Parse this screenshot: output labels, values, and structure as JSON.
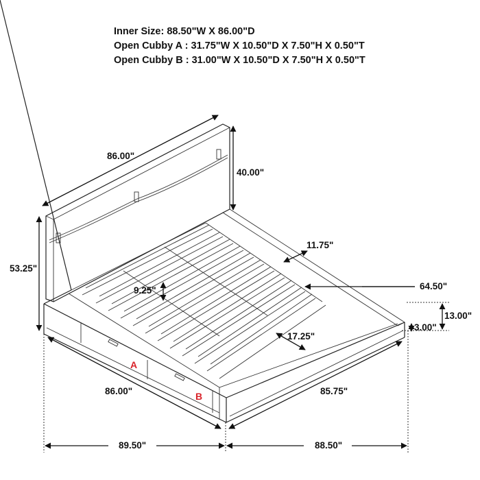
{
  "specs": {
    "inner_size": "Inner Size: 88.50\"W X 86.00\"D",
    "cubby_a": "Open Cubby A : 31.75\"W X 10.50\"D X 7.50\"H X 0.50\"T",
    "cubby_b": "Open Cubby B : 31.00\"W X 10.50\"D X 7.50\"H X 0.50\"T"
  },
  "dimensions": {
    "headboard_width": "86.00\"",
    "headboard_height": "40.00\"",
    "overall_height": "53.25\"",
    "shelf_depth": "11.75\"",
    "slat_length": "64.50\"",
    "rail_height_inner": "9.25\"",
    "platform_height": "13.00\"",
    "base_height": "3.00\"",
    "side_ledge": "17.25\"",
    "side_length": "86.00\"",
    "foot_length": "85.75\"",
    "overall_depth": "89.50\"",
    "overall_width": "88.50\""
  },
  "labels": {
    "cubby_a": "A",
    "cubby_b": "B"
  },
  "colors": {
    "line": "#222222",
    "label_red": "#d9232a",
    "text": "#111111"
  }
}
